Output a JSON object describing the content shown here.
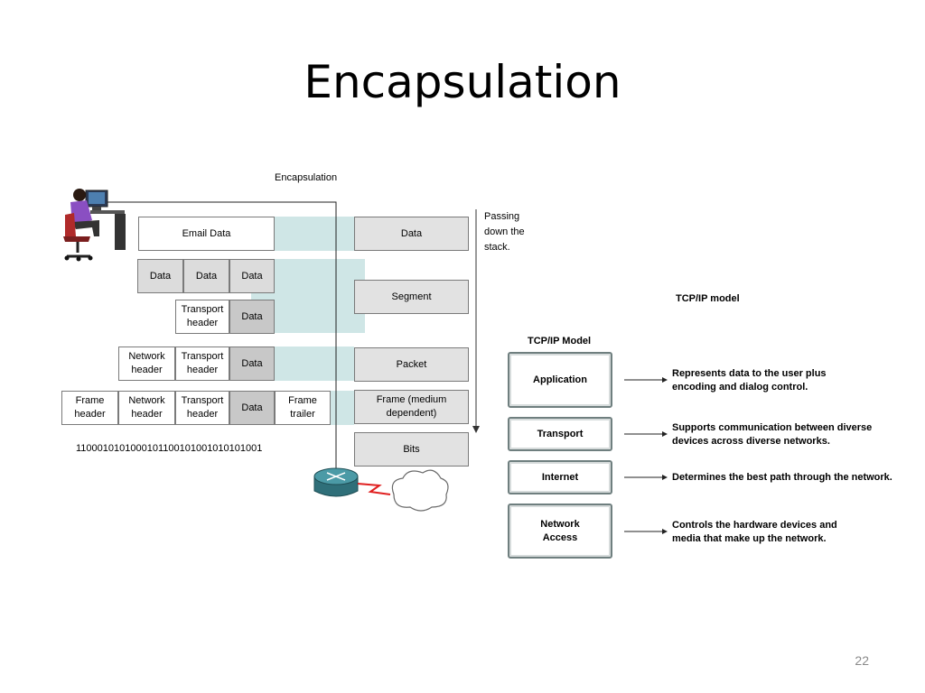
{
  "slide": {
    "title": "Encapsulation",
    "page_number": "22"
  },
  "diagram": {
    "heading": "Encapsulation",
    "rows": {
      "email_data": "Email Data",
      "segment_data": [
        "Data",
        "Data",
        "Data"
      ],
      "transport": {
        "header": "Transport header",
        "data": "Data"
      },
      "packet": {
        "network": "Network header",
        "transport": "Transport header",
        "data": "Data"
      },
      "frame": {
        "frame_header": "Frame header",
        "network": "Network header",
        "transport": "Transport header",
        "data": "Data",
        "trailer": "Frame trailer"
      },
      "bits": "1100010101000101100101001010101001"
    },
    "stack": [
      "Data",
      "Segment",
      "Packet",
      "Frame (medium dependent)",
      "Bits"
    ],
    "passing_label": "Passing down the stack."
  },
  "tcpip": {
    "top_label": "TCP/IP model",
    "model_title": "TCP/IP Model",
    "layers": [
      {
        "name": "Application",
        "desc": "Represents data to the user plus encoding and dialog control."
      },
      {
        "name": "Transport",
        "desc": "Supports communication between diverse devices across diverse networks."
      },
      {
        "name": "Internet",
        "desc": "Determines the best path through the network."
      },
      {
        "name": "Network Access",
        "desc": "Controls the hardware devices and media that make up the network."
      }
    ]
  }
}
